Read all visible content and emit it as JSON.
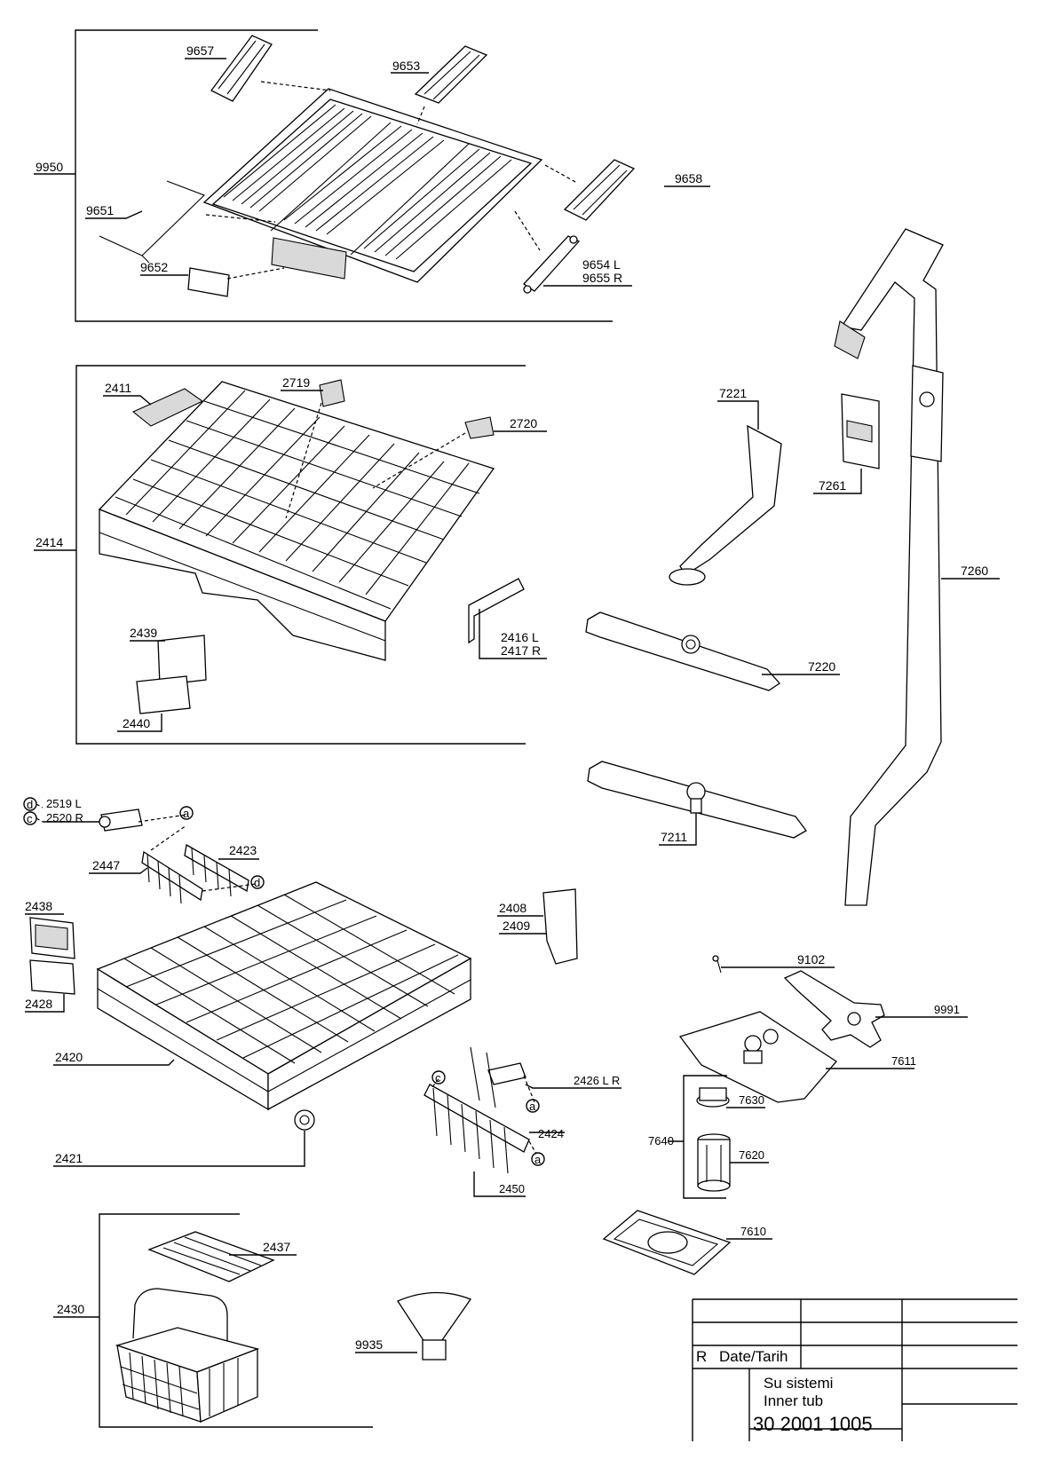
{
  "labels": {
    "p9657": "9657",
    "p9653": "9653",
    "p9950": "9950",
    "p9658": "9658",
    "p9651": "9651",
    "p9652": "9652",
    "p9654": "9654 L",
    "p9655": "9655 R",
    "p2411": "2411",
    "p2719": "2719",
    "p2720": "2720",
    "p2414": "2414",
    "p2416": "2416 L",
    "p2417": "2417 R",
    "p2439": "2439",
    "p2440": "2440",
    "p7221": "7221",
    "p7261": "7261",
    "p7260": "7260",
    "p7220": "7220",
    "p7211": "7211",
    "p2519": "2519 L",
    "p2520": "2520 R",
    "p2423": "2423",
    "p2447": "2447",
    "p2438": "2438",
    "p2428": "2428",
    "p2408": "2408",
    "p2409": "2409",
    "p9102": "9102",
    "p9991": "9991",
    "p2420": "2420",
    "p2426": "2426 L R",
    "p7611": "7611",
    "p7630": "7630",
    "p7640": "7640",
    "p7620": "7620",
    "p2424": "2424",
    "p2421": "2421",
    "p2450": "2450",
    "p7610": "7610",
    "p2437": "2437",
    "p2430": "2430",
    "p9935": "9935",
    "callout_a": "a",
    "callout_c": "c",
    "callout_d": "d"
  },
  "title_block": {
    "revision_label": "R",
    "date_label": "Date/Tarih",
    "title_tr": "Su sistemi",
    "title_en": "Inner tub",
    "drawing_number": "30 2001 1005"
  }
}
